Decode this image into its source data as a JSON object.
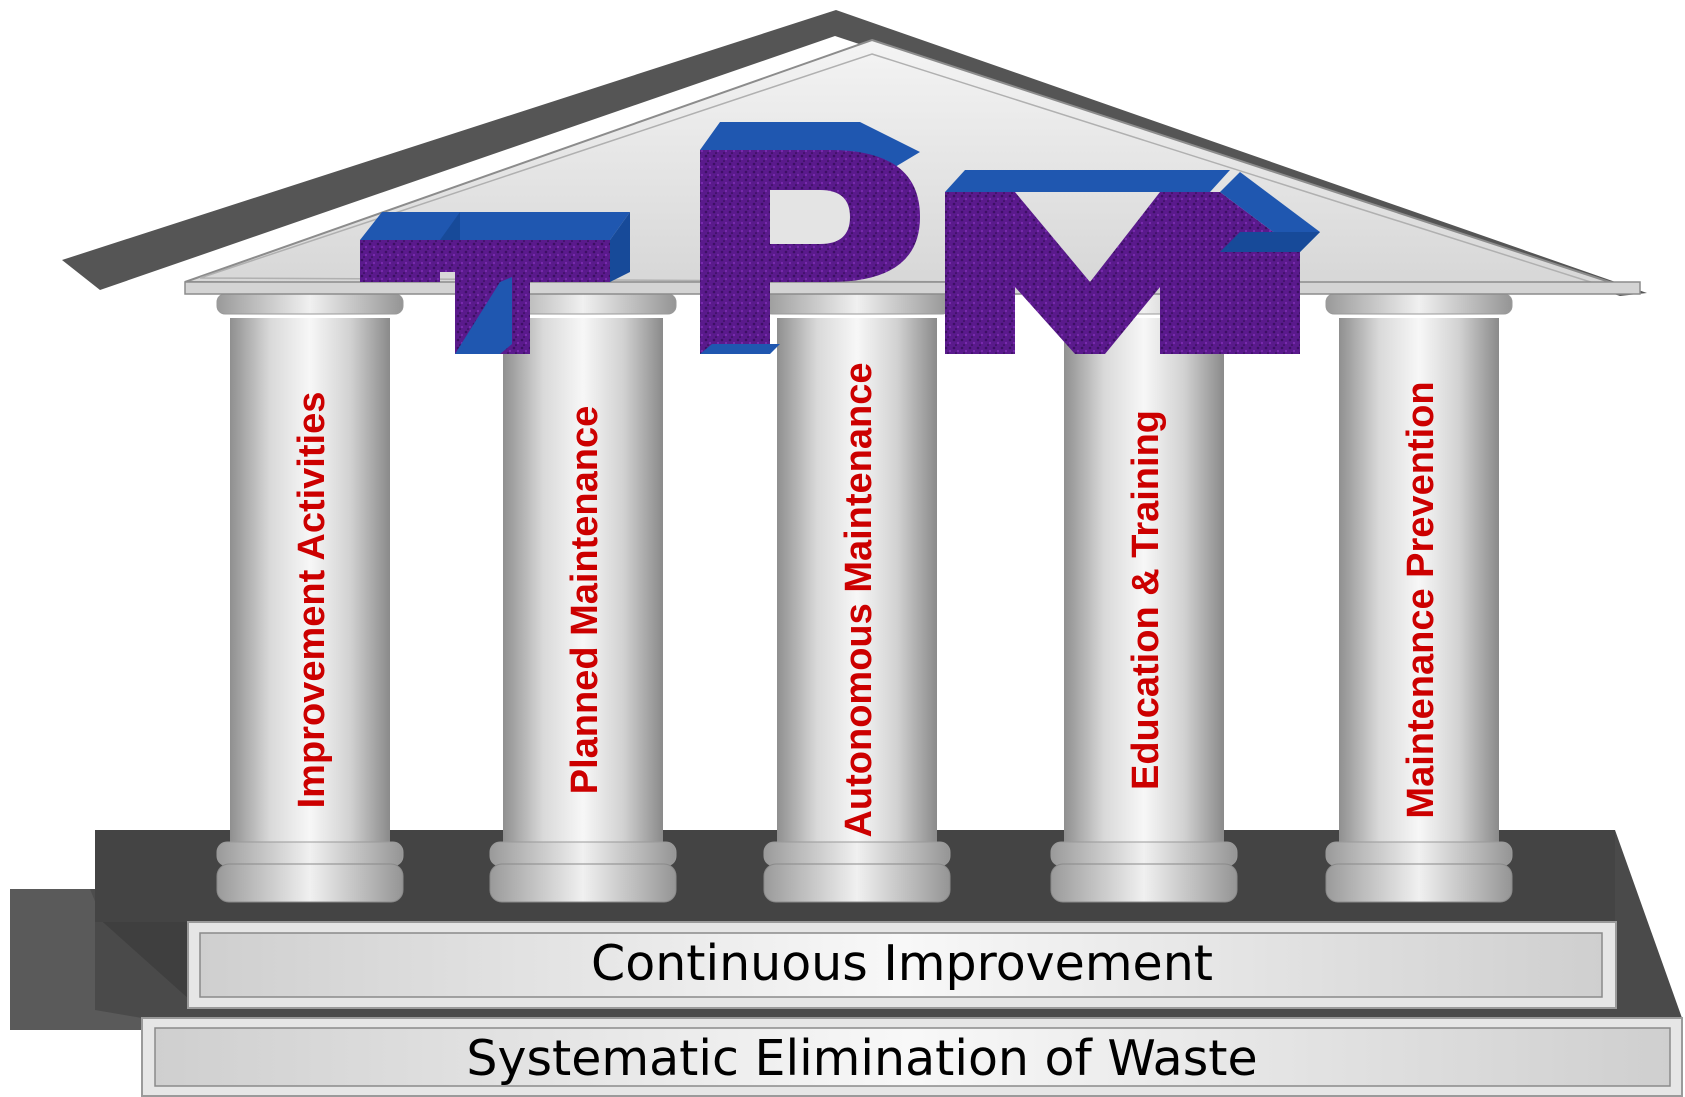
{
  "title": "TPM",
  "pillars": [
    {
      "label": "Improvement Activities"
    },
    {
      "label": "Planned Maintenance"
    },
    {
      "label": "Autonomous Maintenance"
    },
    {
      "label": "Education & Training"
    },
    {
      "label": "Maintenance Prevention"
    }
  ],
  "foundation": {
    "upper": "Continuous Improvement",
    "lower": "Systematic Elimination of Waste"
  },
  "colors": {
    "roof_dark": "#555555",
    "roof_light": "#e8e8e8",
    "letter_face": "#5a1a8c",
    "letter_side": "#1f57b0",
    "pillar_text": "#cc0000",
    "step_dark": "#4d4d4d",
    "step_face": "#dcdcdc"
  }
}
